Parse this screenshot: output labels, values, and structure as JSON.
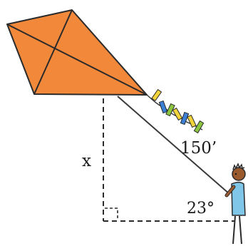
{
  "diagram": {
    "hypotenuse_label": "150’",
    "height_label": "x",
    "angle_label": "23°"
  },
  "colors": {
    "kite_fill": "#f2883a",
    "outline": "#2b2b2b",
    "string": "#3a3a3a",
    "shirt": "#7fc6e8",
    "skin": "#9a5a2e",
    "tail_colors": [
      "#f0d23a",
      "#3b7fd6",
      "#8cc63f"
    ]
  },
  "icons": [
    "kite-icon",
    "person-icon",
    "right-angle-icon"
  ]
}
